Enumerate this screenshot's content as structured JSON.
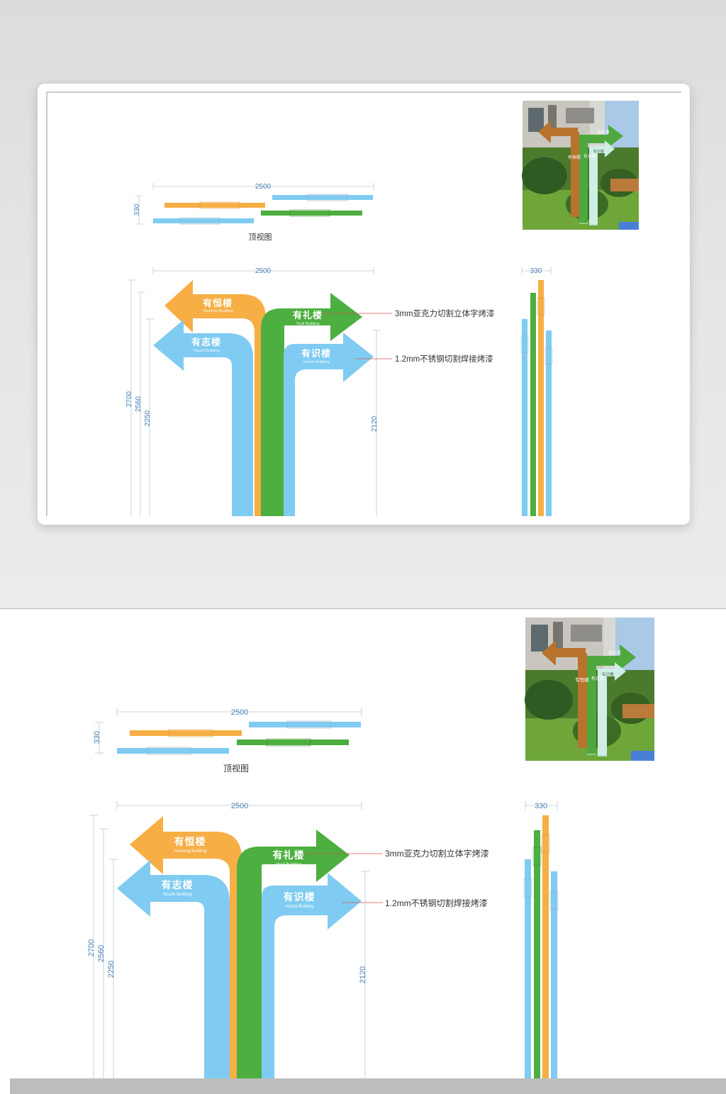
{
  "colors": {
    "orange": "#f6ae45",
    "green": "#4caf3f",
    "blue": "#7fcbf2",
    "dimension": "#4a7fb0",
    "leader": "#d9534f"
  },
  "drawing": {
    "top_view": {
      "width_dim": "2500",
      "depth_dim": "330",
      "caption": "顶视图"
    },
    "front_view": {
      "width_dim": "2500",
      "heights": {
        "h1": "2700",
        "h2": "2560",
        "h3": "2250",
        "h4": "2120"
      },
      "signs": {
        "orange": {
          "cn": "有恒楼",
          "en": "Youheng Building"
        },
        "green": {
          "cn": "有礼楼",
          "en": "Youli Building"
        },
        "blue_left": {
          "cn": "有志楼",
          "en": "Youzhi Building"
        },
        "blue_right": {
          "cn": "有识楼",
          "en": "Youshi Building"
        }
      },
      "notes": {
        "acrylic": "3mm亚克力切割立体字烤漆",
        "steel": "1.2mm不锈钢切割焊接烤漆"
      }
    },
    "side_view": {
      "depth_dim": "330"
    },
    "photo": {
      "signs": [
        "有恒楼",
        "有礼楼",
        "有志楼",
        "有识楼"
      ]
    }
  }
}
